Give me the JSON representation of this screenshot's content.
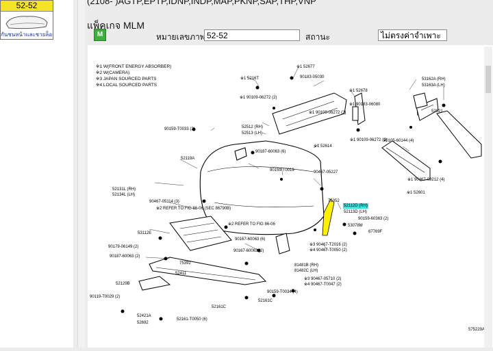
{
  "thumbnail": {
    "code": "52-52",
    "caption": "กันชนหน้าและชายล็อกกันชน"
  },
  "header": {
    "model_codes_line": "(2108-      )AGTP,EPTP,IDNP,INDP,MAP,PKNP,SAP,THP,VNP",
    "title": "แพ็คเกจ MLM"
  },
  "form": {
    "image_number_label": "หมายเลขภาพ",
    "image_number_value": "52-52",
    "status_label": "สถานะ",
    "status_value": "ไม่ตรงค่าจำเพาะ"
  },
  "diagram": {
    "legend": [
      "※1 W(FRONT ENERGY ABSORBER)",
      "※2 W(CAMERA)",
      "※3 JAPAN SOURCED PARTS",
      "※4 LOCAL SOURCED PARTS"
    ],
    "labels": [
      "※1 52677",
      "90183-05030",
      "※1 5216T",
      "※1 90109-06272 (2)",
      "※1 52678",
      "※1 90109-06272 (2)",
      "※1 90183-06080",
      "※1 52614",
      "※1 90109-06272 (2)",
      "53162A (RH)",
      "53163A (LH)",
      "52021",
      "90159-T0033 (3)",
      "52512 (RH)",
      "52513 (LH)",
      "90187-60063 (6)",
      "90105-60144 (4)",
      "52119A",
      "90159-T0019",
      "90467-05227",
      "※1 90467-09212 (4)",
      "52131L (RH)",
      "52134L (LH)",
      "※1 52601",
      "90467-05114 (3)",
      "※2 REFER TO FIG 86-06 (SEC 86790B)",
      "75352",
      "52112D (RH)",
      "52113D (LH)",
      "90159-60363 (2)",
      "53112E",
      "※2 REFER TO FIG 86-06",
      "53078M",
      "67769F",
      "90179-06149 (2)",
      "90187-60063 (2)",
      "90167-60063 (6)",
      "90167-60063 (2)",
      "52411",
      "※3 90467-T2016 (2)",
      "※4 90467-T0050 (2)",
      "75392",
      "81481B (RH)",
      "81482C (LH)",
      "52129B",
      "※3 90467-05710 (2)",
      "※4 90467-T0047 (2)",
      "90119-T0029 (2)",
      "90159-T0034 (4)",
      "52161C",
      "52161C",
      "52421A",
      "52692",
      "52161-T0050 (6)",
      "575229A"
    ],
    "highlight_part": "52112D (RH)"
  }
}
